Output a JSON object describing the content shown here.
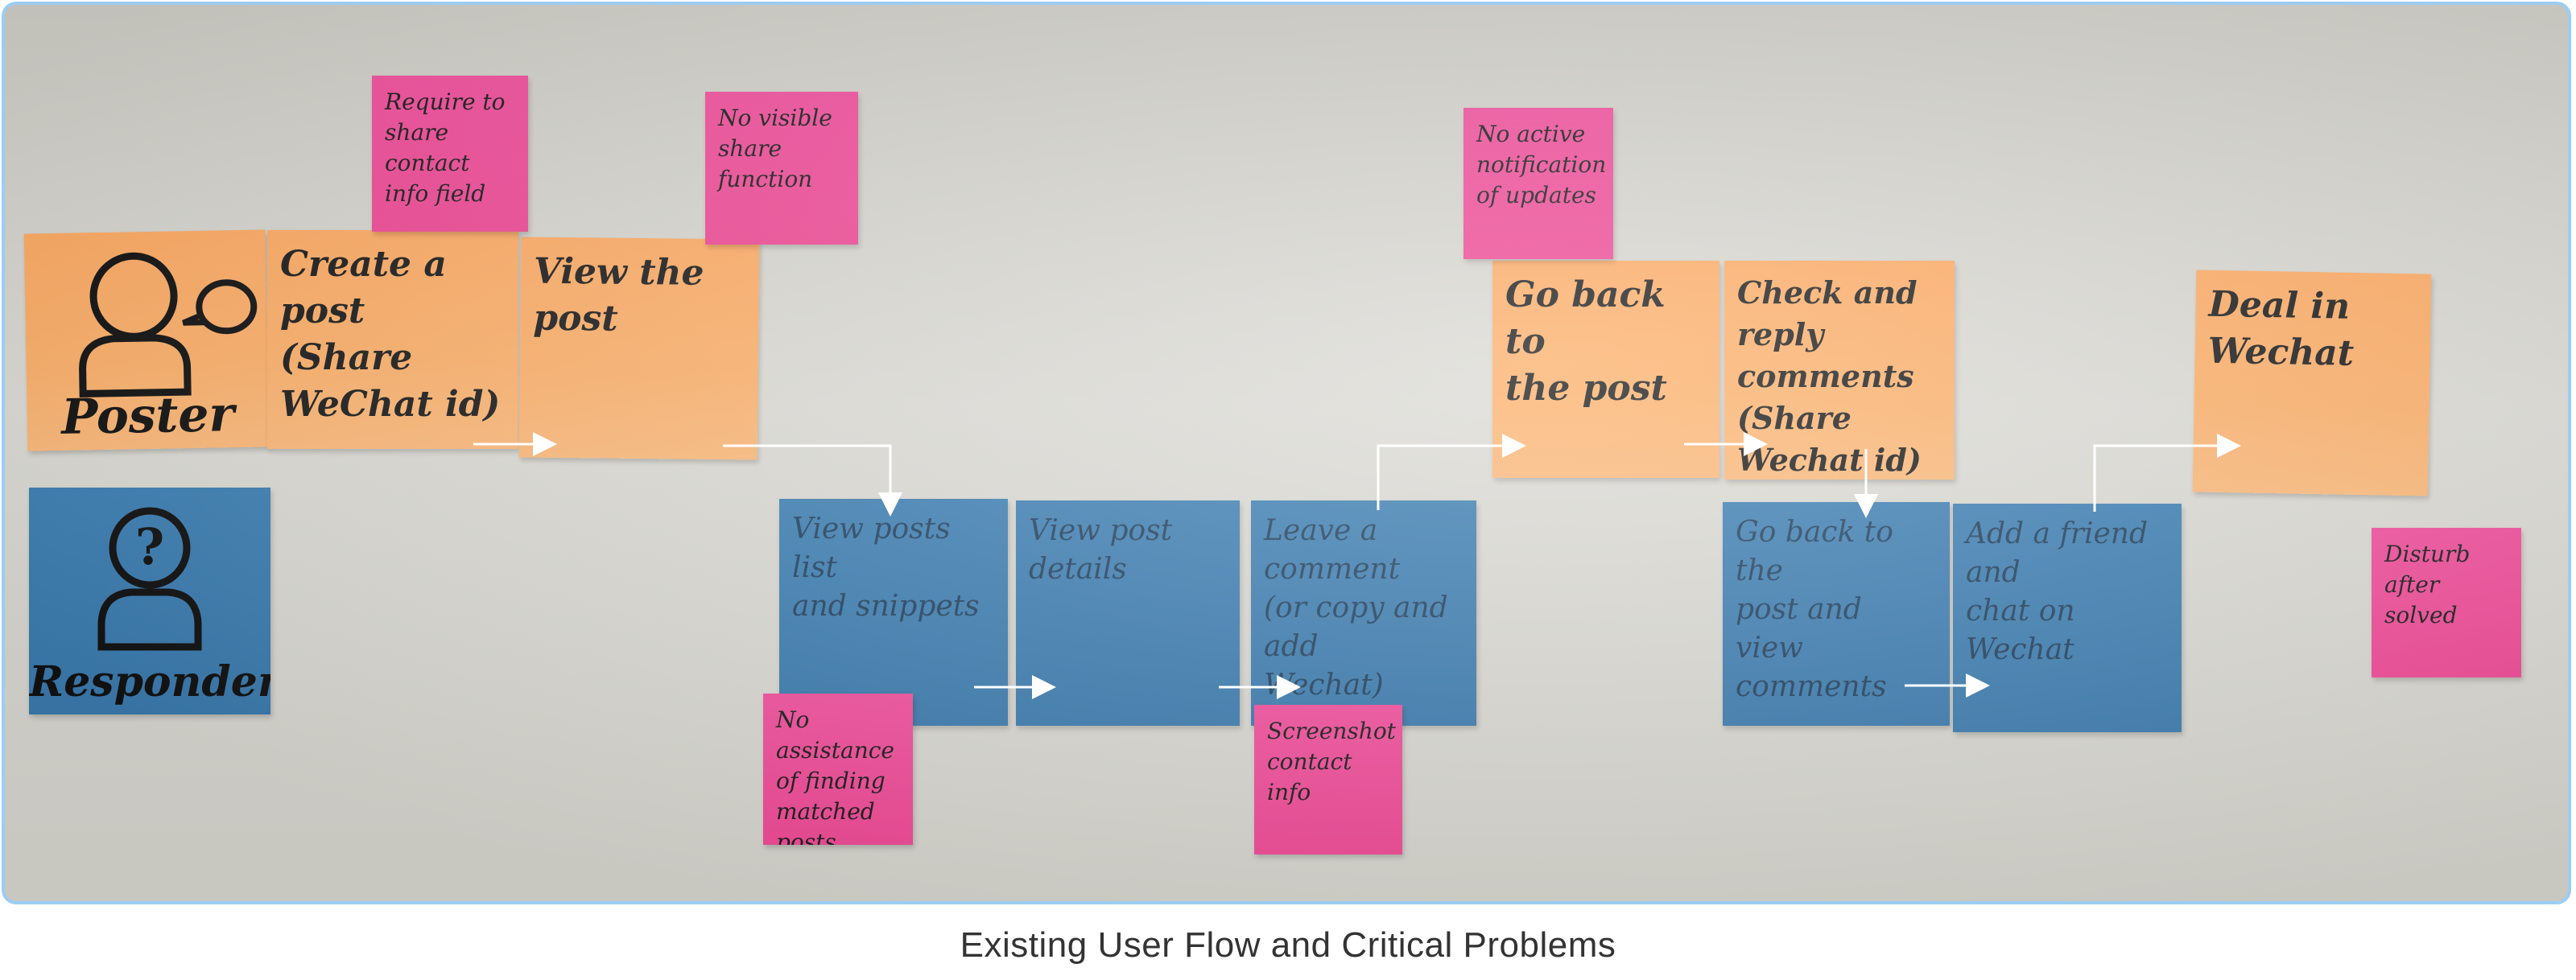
{
  "caption": "Existing User Flow and Critical Problems",
  "roles": {
    "poster": "Poster",
    "respondent": "Respondent"
  },
  "poster_notes": {
    "create_post": "Create a post\n(Share WeChat id)",
    "view_post": "View the post",
    "go_back": "Go back to\nthe post",
    "check_reply": "Check and reply\ncomments\n(Share Wechat id)",
    "deal": "Deal in Wechat"
  },
  "respondent_notes": {
    "view_list": "View posts list\nand snippets",
    "view_detail": "View post details",
    "leave_comment": "Leave a comment\n(or copy and add\nWechat)",
    "go_back_view": "Go back to the\npost and view\ncomments",
    "add_friend": "Add a friend and\nchat on Wechat"
  },
  "problem_notes": {
    "require_contact": "Require to\nshare contact\ninfo field",
    "no_share": "No visible\nshare function",
    "no_notification": "No active\nnotification\nof updates",
    "no_assistance": "No assistance\nof finding\nmatched posts",
    "screenshot": "Screenshot\ncontact info",
    "disturb": "Disturb\nafter solved"
  },
  "colors": {
    "orange": "#fcab64",
    "blue": "#3b7bae",
    "pink": "#ef4c98",
    "frame": "#9ccdf2"
  }
}
